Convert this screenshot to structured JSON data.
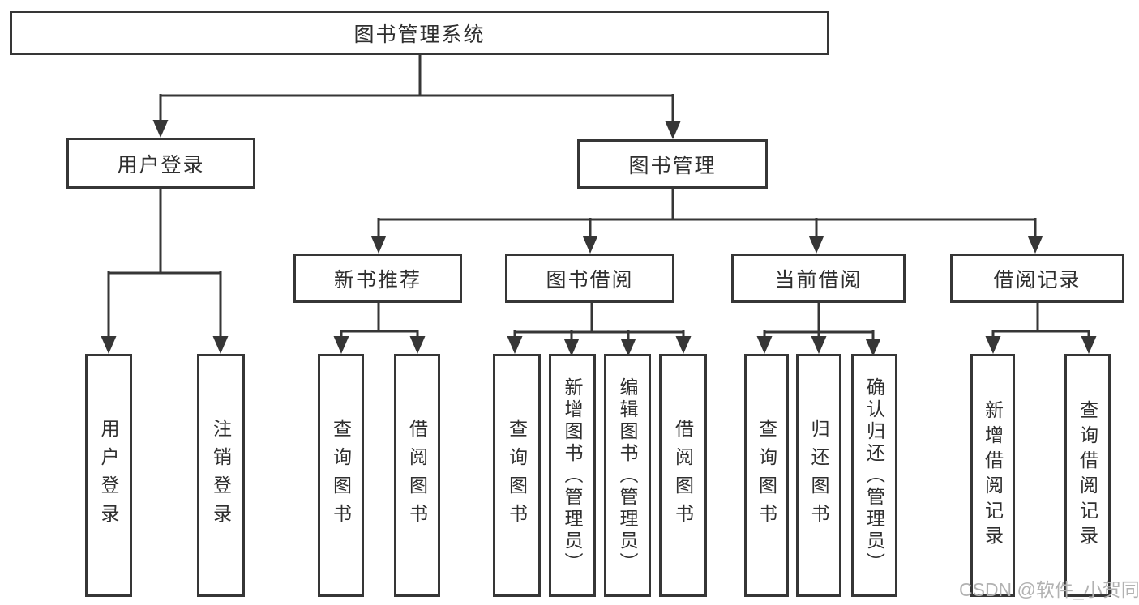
{
  "diagram": {
    "root": {
      "label": "图书管理系统"
    },
    "level2": [
      {
        "label": "用户登录"
      },
      {
        "label": "图书管理"
      }
    ],
    "level3": [
      {
        "label": "新书推荐"
      },
      {
        "label": "图书借阅"
      },
      {
        "label": "当前借阅"
      },
      {
        "label": "借阅记录"
      }
    ],
    "leaves": {
      "user_login": [
        "用户登录",
        "注销登录"
      ],
      "new_book_recommend": [
        "查询图书",
        "借阅图书"
      ],
      "book_borrow": [
        "查询图书",
        "新增图书（管理员）",
        "编辑图书（管理员）",
        "借阅图书"
      ],
      "current_borrow": [
        "查询图书",
        "归还图书",
        "确认归还（管理员）"
      ],
      "borrow_record": [
        "新增借阅记录",
        "查询借阅记录"
      ]
    }
  },
  "watermark": {
    "text": "CSDN @软件_小贺同学"
  },
  "colors": {
    "line": "#363636",
    "text": "#2f2f2f",
    "watermark": "#b2b2b2",
    "background": "#ffffff"
  }
}
